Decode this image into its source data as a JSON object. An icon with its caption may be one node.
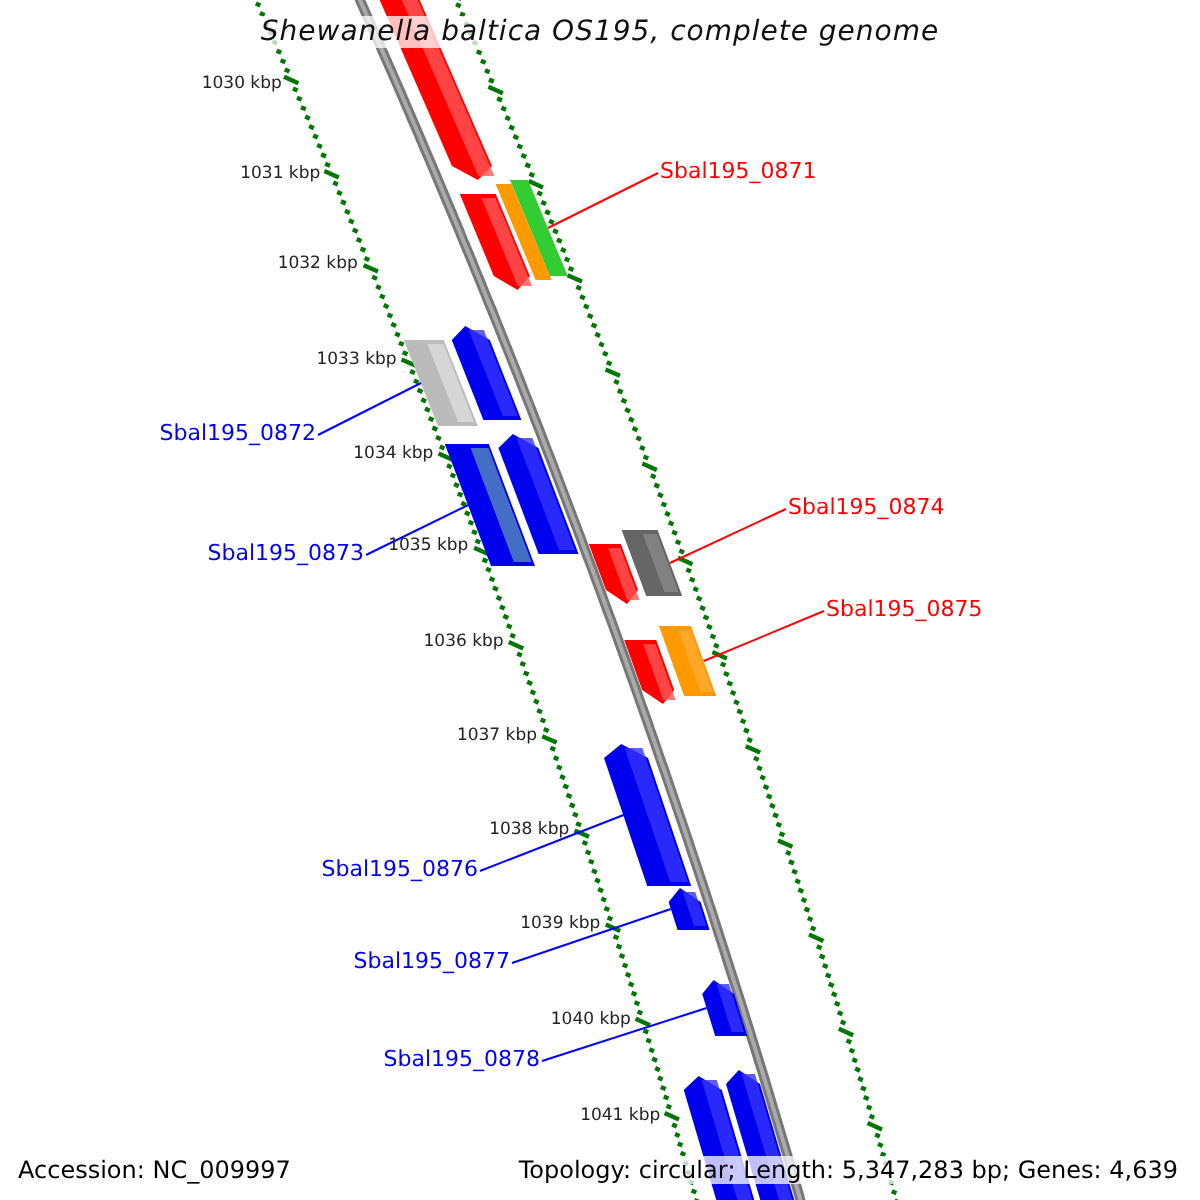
{
  "diagram": {
    "title": "Shewanella baltica OS195, complete genome",
    "nodes": [
      {
        "text": [
          "Sbal195_0871"
        ]
      },
      {
        "text": [
          "Sbal195_0872"
        ]
      },
      {
        "text": [
          "Sbal195_0873"
        ]
      },
      {
        "text": [
          "Sbal195_0874"
        ]
      },
      {
        "text": [
          "Sbal195_0875"
        ]
      },
      {
        "text": [
          "Sbal195_0876"
        ]
      },
      {
        "text": [
          "Sbal195_0877"
        ]
      },
      {
        "text": [
          "Sbal195_0878"
        ]
      },
      {
        "text": [],
        "shape": "bar"
      },
      {
        "text": [],
        "shape": "bar"
      },
      {
        "text": [],
        "shape": "bar"
      },
      {
        "text": [],
        "shape": "bar"
      },
      {
        "text": [],
        "shape": "bar"
      },
      {
        "text": [],
        "shape": "bar"
      },
      {
        "text": [],
        "shape": "bar"
      },
      {
        "text": [],
        "shape": "bar"
      },
      {
        "text": [],
        "shape": "bar"
      },
      {
        "text": [],
        "shape": "bar"
      },
      {
        "text": [],
        "shape": "bar"
      },
      {
        "text": [],
        "shape": "bar"
      },
      {
        "text": [],
        "shape": "bar"
      },
      {
        "text": [],
        "shape": "bar"
      },
      {
        "text": [],
        "shape": "bar"
      },
      {
        "text": [],
        "shape": "bar"
      },
      {
        "text": [],
        "shape": "bar"
      }
    ],
    "edges": [
      {
        "from": 0,
        "to": 9,
        "arrow": "none",
        "color": "#ff0000"
      },
      {
        "from": 1,
        "to": 13,
        "arrow": "none",
        "color": "#0000ff"
      },
      {
        "from": 2,
        "to": 15,
        "arrow": "none",
        "color": "#0000ff"
      },
      {
        "from": 3,
        "to": 16,
        "arrow": "none",
        "color": "#ff0000"
      },
      {
        "from": 4,
        "to": 18,
        "arrow": "none",
        "color": "#ff0000"
      },
      {
        "from": 5,
        "to": 20,
        "arrow": "none",
        "color": "#0000ff"
      },
      {
        "from": 6,
        "to": 21,
        "arrow": "none",
        "color": "#0000ff"
      },
      {
        "from": 7,
        "to": 22,
        "arrow": "none",
        "color": "#0000ff"
      }
    ],
    "labels": [
      "1030 kbp",
      "1031 kbp",
      "1032 kbp",
      "1033 kbp",
      "1034 kbp",
      "1035 kbp",
      "1036 kbp",
      "1037 kbp",
      "1038 kbp",
      "1039 kbp",
      "1040 kbp",
      "1041 kbp",
      "Accession: NC_009997",
      "Topology: circular; Length: 5,347,283 bp; Genes: 4,639"
    ]
  }
}
